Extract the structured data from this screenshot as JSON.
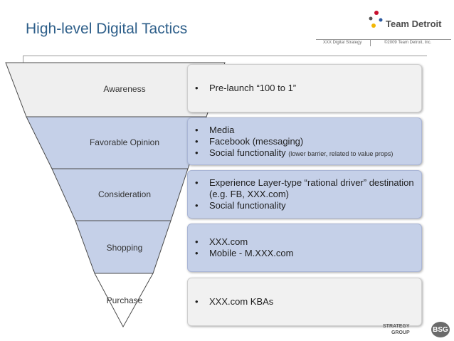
{
  "header": {
    "title": "High-level Digital Tactics",
    "logo_text": "Team Detroit",
    "meta_left": "XXX Digital Strategy",
    "meta_right": "©2009 Team Detroit, Inc."
  },
  "stages": [
    {
      "label": "Awareness"
    },
    {
      "label": "Favorable Opinion"
    },
    {
      "label": "Consideration"
    },
    {
      "label": "Shopping"
    },
    {
      "label": "Purchase"
    }
  ],
  "boxes": [
    {
      "bullets": [
        "Pre-launch “100 to 1”"
      ]
    },
    {
      "bullets": [
        "Media",
        "Facebook (messaging)",
        "Social functionality"
      ],
      "note": "(lower barrier, related to value props)"
    },
    {
      "bullets": [
        "Experience Layer-type “rational driver” destination (e.g. FB, XXX.com)",
        "Social functionality"
      ]
    },
    {
      "bullets": [
        "XXX.com",
        "Mobile - M.XXX.com"
      ]
    },
    {
      "bullets": [
        "XXX.com KBAs"
      ]
    }
  ],
  "footer": {
    "bsg_line1": "STRATEGY",
    "bsg_line2": "GROUP",
    "bsg_mark": "BSG"
  },
  "colors": {
    "title": "#2e5f8a",
    "funnel_top": "#efefef",
    "funnel_blue": "#c5d0e8",
    "funnel_stroke": "#4a4a4a"
  }
}
